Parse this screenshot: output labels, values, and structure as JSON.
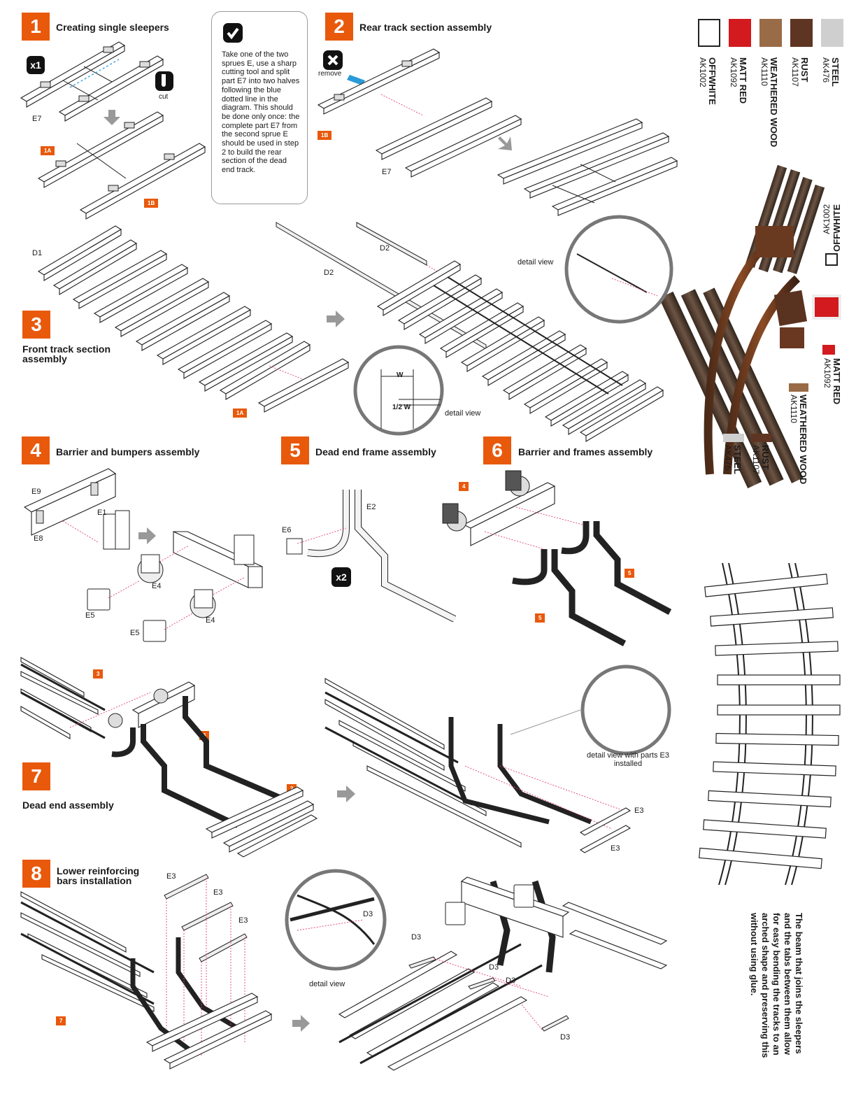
{
  "steps": [
    {
      "number": "1",
      "title": "Creating single sleepers"
    },
    {
      "number": "2",
      "title": "Rear track section assembly"
    },
    {
      "number": "3",
      "title": "Front track section assembly"
    },
    {
      "number": "4",
      "title": "Barrier and bumpers assembly"
    },
    {
      "number": "5",
      "title": "Dead end frame assembly"
    },
    {
      "number": "6",
      "title": "Barrier and frames assembly"
    },
    {
      "number": "7",
      "title": "Dead end assembly"
    },
    {
      "number": "8",
      "title": "Lower reinforcing bars installation"
    }
  ],
  "note": {
    "text": "Take one of the two sprues E, use a sharp cutting tool and split part E7 into two halves following the blue dotted line in the diagram. This should be done only once: the complete part E7 from the second sprue E should be used in step 2 to build the rear section of the dead end track."
  },
  "icons": {
    "x1": "x1",
    "x2": "x2",
    "cut": "cut",
    "remove": "remove",
    "check_icon": "check-icon",
    "cut_icon": "knife-icon",
    "remove_icon": "x-icon",
    "arrow_icon": "arrow-right-icon"
  },
  "labels": {
    "e7_a": "E7",
    "e7_b": "E7",
    "tag_1a_a": "1A",
    "tag_1b_a": "1B",
    "tag_1b_b": "1B",
    "d1": "D1",
    "d2_a": "D2",
    "d2_b": "D2",
    "tag_1a_b": "1A",
    "detail_view_a": "detail view",
    "detail_view_b": "detail view",
    "detail_view_c": "detail view",
    "w": "W",
    "half_w": "1/2 W",
    "e9": "E9",
    "e8": "E8",
    "e1": "E1",
    "e4_a": "E4",
    "e4_b": "E4",
    "e5_a": "E5",
    "e5_b": "E5",
    "e2": "E2",
    "e6": "E6",
    "tag_4": "4",
    "tag_5_a": "5",
    "tag_5_b": "5",
    "tag_3": "3",
    "tag_6": "6",
    "tag_2": "2",
    "detail_e3": "detail view with parts E3 installed",
    "e3_a": "E3",
    "e3_b": "E3",
    "e3_c": "E3",
    "e3_d": "E3",
    "e3_e": "E3",
    "tag_7": "7",
    "d3_a": "D3",
    "d3_b": "D3",
    "d3_c": "D3",
    "d3_d": "D3",
    "d3_e": "D3"
  },
  "paints": [
    {
      "name": "OFFWHITE",
      "code": "AK1002",
      "color": "#ffffff"
    },
    {
      "name": "MATT RED",
      "code": "AK1092",
      "color": "#d21a1f"
    },
    {
      "name": "WEATHERED WOOD",
      "code": "AK1110",
      "color": "#9a6b47"
    },
    {
      "name": "RUST",
      "code": "AK1107",
      "color": "#5e3522"
    },
    {
      "name": "STEEL",
      "code": "AK476",
      "color": "#cfcfcf"
    }
  ],
  "photo_callouts": [
    {
      "name": "OFFWHITE",
      "code": "AK1002",
      "color": "#ffffff"
    },
    {
      "name": "MATT RED",
      "code": "AK1092",
      "color": "#d21a1f"
    },
    {
      "name": "WEATHERED WOOD",
      "code": "AK1110",
      "color": "#9a6b47"
    },
    {
      "name": "RUST",
      "code": "AK1107",
      "color": "#5e3522"
    },
    {
      "name": "STEEL",
      "code": "AK476",
      "color": "#cfcfcf"
    }
  ],
  "bending_note": "The beam that joins the sleepers and the tabs between them allow for easy bending the tracks to an arched shape and preserving this without using glue."
}
